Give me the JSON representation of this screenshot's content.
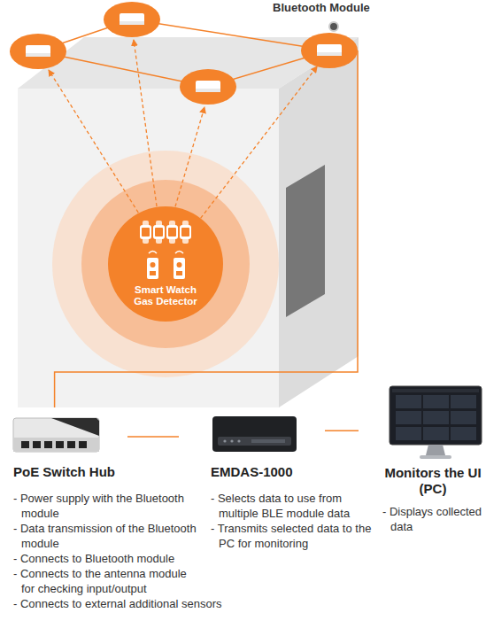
{
  "diagram": {
    "nodes": [
      {
        "text": [
          "Bluetooth Module"
        ]
      },
      {
        "text": [
          "Smart Watch Gas Detector"
        ]
      },
      {
        "text": [
          "PoE Switch Hub",
          "- Power supply with the Bluetooth module",
          "- Data transmission of the Bluetooth module",
          "- Connects to Bluetooth module",
          "- Connects to the antenna module for checking input/output",
          "- Connects to external additional sensors"
        ]
      },
      {
        "text": [
          "EMDAS-1000",
          "- Selects data to use from multiple BLE module data",
          "- Transmits selected data to the PC for monitoring"
        ]
      },
      {
        "text": [
          "Monitors the UI (PC)",
          "- Displays collected data"
        ]
      }
    ],
    "edges": [
      {
        "from": 1,
        "to": 0,
        "arrow": "to"
      },
      {
        "from": 0,
        "to": 2,
        "arrow": "none"
      },
      {
        "from": 2,
        "to": 3,
        "arrow": "none"
      },
      {
        "from": 3,
        "to": 4,
        "arrow": "none"
      }
    ]
  }
}
